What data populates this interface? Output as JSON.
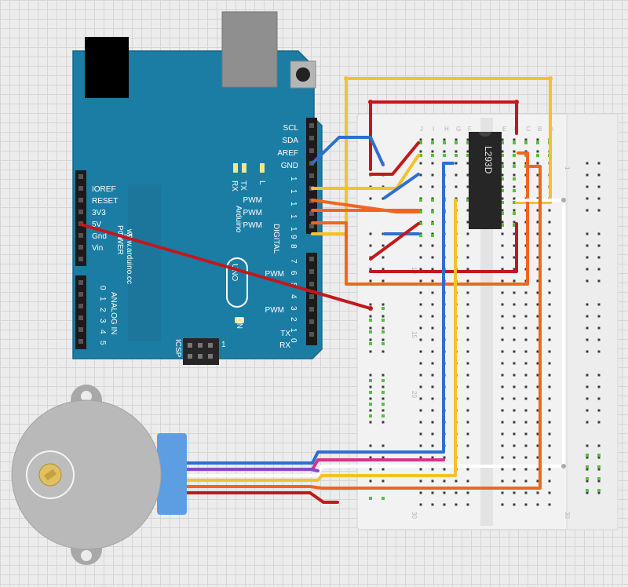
{
  "arduino": {
    "brand": "Arduino",
    "model": "UNO",
    "website": "www.arduino.cc",
    "header_labels": [
      "SCL",
      "SDA",
      "AREF",
      "GND"
    ],
    "pwm_labels": [
      "PWM",
      "PWM",
      "PWM",
      "PWM",
      "PWM"
    ],
    "digital_label": "DIGITAL",
    "pin_numbers_top": [
      "1",
      "1",
      "1",
      "1",
      "1",
      "9",
      "8"
    ],
    "pin_numbers_bottom": [
      "7",
      "6",
      "5",
      "4",
      "3",
      "2",
      "1",
      "0"
    ],
    "rx_label": "RX",
    "tx_label": "TX",
    "l_label": "L",
    "power_labels": [
      "IOREF",
      "RESET",
      "3V3",
      "5V",
      "Gnd",
      "Vin"
    ],
    "power_section": "POWER",
    "analog_section": "ANALOG IN",
    "analog_numbers": [
      "0",
      "1",
      "2",
      "3",
      "4",
      "5"
    ],
    "icsp_label": "ICSP",
    "on_label": "ON",
    "tx_bottom": "TX",
    "rx_bottom": "RX",
    "one_label": "1"
  },
  "ic": {
    "label": "L293D"
  },
  "breadboard": {
    "column_letters": [
      "J",
      "I",
      "H",
      "G",
      "F",
      "E",
      "D",
      "C",
      "B",
      "A"
    ],
    "row_numbers": [
      "1",
      "10",
      "15",
      "20",
      "30",
      "30"
    ]
  },
  "colors": {
    "board": "#1b7da3",
    "wire_red": "#c1181d",
    "wire_yellow": "#f2c22c",
    "wire_blue": "#2f6fcf",
    "wire_orange": "#ee6620",
    "wire_white": "#ffffff",
    "wire_pink": "#d5338e",
    "wire_purple": "#8a47c6",
    "motor_body": "#b9b9b9",
    "motor_connector": "#5d9ee3"
  }
}
